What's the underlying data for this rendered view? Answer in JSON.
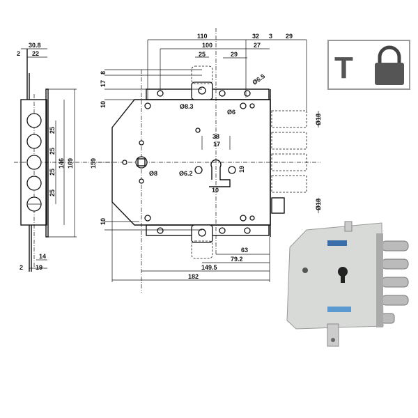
{
  "badge": {
    "letter": "T",
    "icon": "padlock-icon",
    "accent": "#555555"
  },
  "side_view": {
    "d30_8": "30.8",
    "d22": "22",
    "d2_top": "2",
    "d25_1": "25",
    "d25_2": "25",
    "d25_3": "25",
    "d25_4": "25",
    "d146": "146",
    "d169": "169",
    "d14": "14",
    "d2_bot": "2",
    "d19": "19"
  },
  "front_view": {
    "d110": "110",
    "d32": "32",
    "d3": "3",
    "d29_top": "29",
    "d100": "100",
    "d27": "27",
    "d25": "25",
    "d29": "29",
    "d8": "8",
    "d17": "17",
    "d10_top": "10",
    "d159": "159",
    "d10_bot": "10",
    "dia6_5": "Ø6.5",
    "dia8_3": "Ø8.3",
    "dia6": "Ø6",
    "dia18_top": "Ø18",
    "d38": "38",
    "d17_cyl": "17",
    "dia8": "Ø8",
    "dia6_2": "Ø6.2",
    "d19": "19",
    "d10_cyl": "10",
    "dia18_bot": "Ø18",
    "d63": "63",
    "d79_2": "79.2",
    "d149_5": "149.5",
    "d182": "182"
  }
}
